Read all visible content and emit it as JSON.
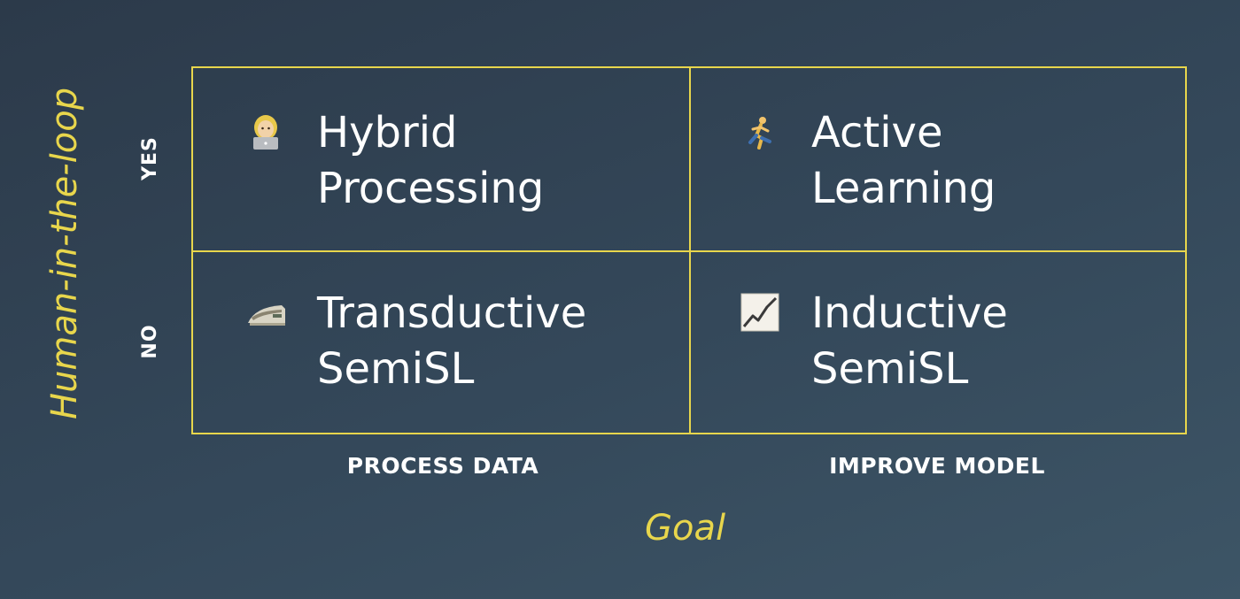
{
  "colors": {
    "accent": "#e8d64c",
    "text": "#ffffff",
    "background": "#2f3f50"
  },
  "axes": {
    "y_title": "Human-in-the-loop",
    "x_title": "Goal",
    "rows": [
      "YES",
      "NO"
    ],
    "columns": [
      "PROCESS DATA",
      "IMPROVE MODEL"
    ]
  },
  "cells": {
    "hybrid": {
      "label": "Hybrid\nProcessing",
      "icon": "woman-technologist-icon"
    },
    "active": {
      "label": "Active\nLearning",
      "icon": "runner-icon"
    },
    "transductive": {
      "label": "Transductive\nSemiSL",
      "icon": "high-speed-train-icon"
    },
    "inductive": {
      "label": "Inductive\nSemiSL",
      "icon": "chart-increasing-icon"
    }
  }
}
